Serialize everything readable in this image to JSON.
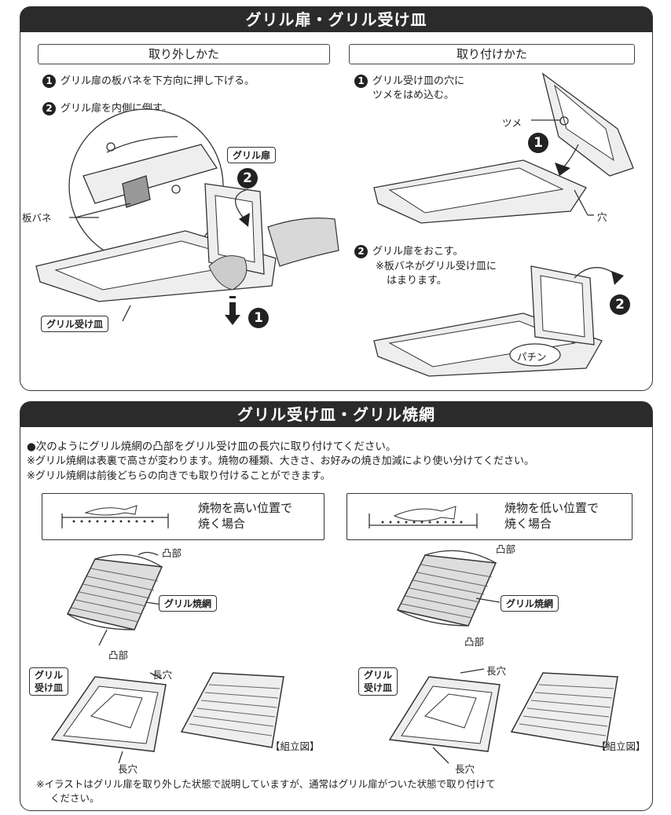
{
  "panel1": {
    "title": "グリル扉・グリル受け皿",
    "removal": {
      "heading": "取り外しかた",
      "step1_num": "1",
      "step1": "グリル扉の板バネを下方向に押し下げる。",
      "step2_num": "2",
      "step2": "グリル扉を内側に倒す。",
      "callout_door": "グリル扉",
      "callout_tray": "グリル受け皿",
      "label_spring": "板バネ",
      "badge1": "1",
      "badge2": "2"
    },
    "install": {
      "heading": "取り付けかた",
      "step1_num": "1",
      "step1_line1": "グリル受け皿の穴に",
      "step1_line2": "ツメをはめ込む。",
      "step2_num": "2",
      "step2": "グリル扉をおこす。",
      "note_line1": "※板バネがグリル受け皿に",
      "note_line2": "はまります。",
      "label_tsume": "ツメ",
      "label_hole": "穴",
      "label_click": "パチン",
      "badge1": "1",
      "badge2": "2"
    }
  },
  "panel2": {
    "title": "グリル受け皿・グリル焼網",
    "intro1": "●次のようにグリル焼網の凸部をグリル受け皿の長穴に取り付けてください。",
    "intro2": "※グリル焼網は表裏で高さが変わります。焼物の種類、大きさ、お好みの焼き加減により使い分けてください。",
    "intro3": "※グリル焼網は前後どちらの向きでも取り付けることができます。",
    "left": {
      "box_line1": "焼物を高い位置で",
      "box_line2": "焼く場合",
      "label_convex_top": "凸部",
      "label_convex_bottom": "凸部",
      "callout_grill": "グリル焼網",
      "callout_tray_line1": "グリル",
      "callout_tray_line2": "受け皿",
      "label_slot_top": "長穴",
      "label_slot_bottom": "長穴",
      "assembled": "【組立図】"
    },
    "right": {
      "box_line1": "焼物を低い位置で",
      "box_line2": "焼く場合",
      "label_convex_top": "凸部",
      "label_convex_bottom": "凸部",
      "callout_grill": "グリル焼網",
      "callout_tray_line1": "グリル",
      "callout_tray_line2": "受け皿",
      "label_slot_top": "長穴",
      "label_slot_bottom": "長穴",
      "assembled": "【組立図】"
    },
    "footnote_line1": "※イラストはグリル扉を取り外した状態で説明していますが、通常はグリル扉がついた状態で取り付けて",
    "footnote_line2": "ください。"
  }
}
